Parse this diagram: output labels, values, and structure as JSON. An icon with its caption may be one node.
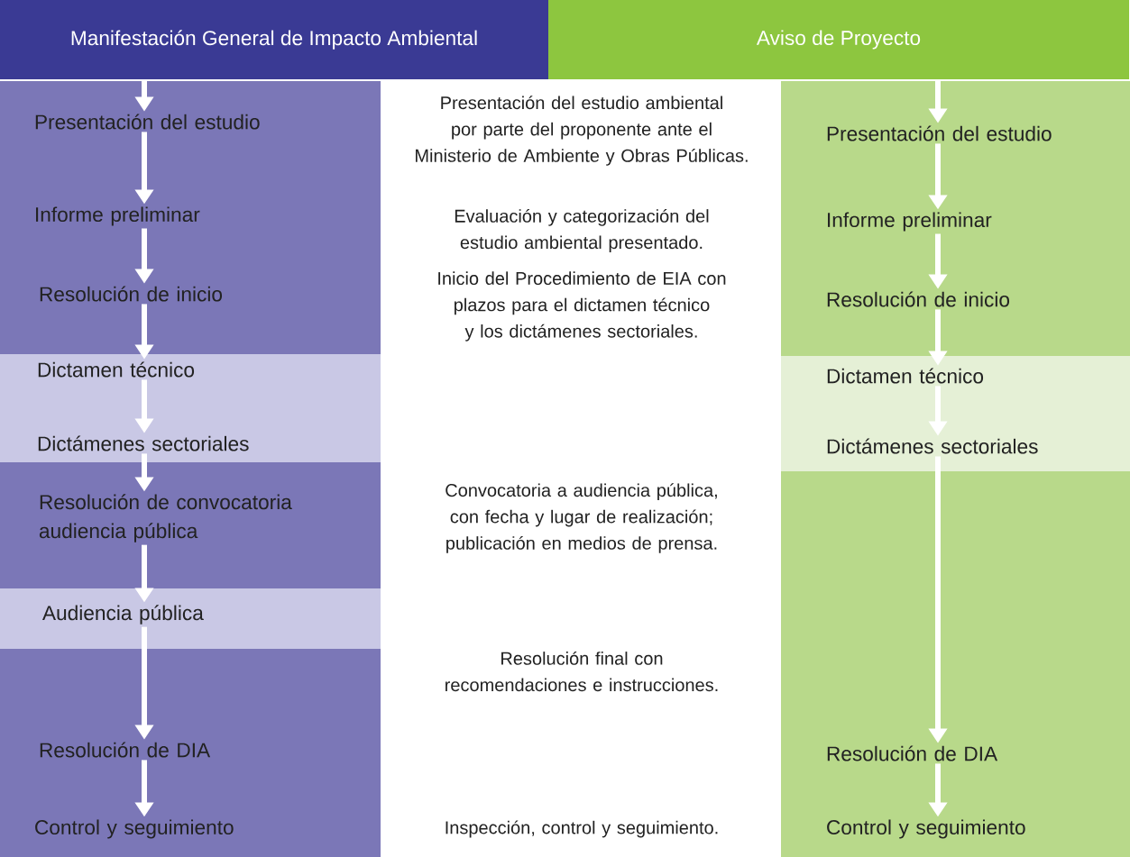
{
  "diagram": {
    "nodes": [
      {
        "text": [
          "Manifestación General de Impacto Ambiental"
        ]
      },
      {
        "text": [
          "Aviso de Proyecto"
        ]
      },
      {
        "text": [
          "Presentación del estudio"
        ]
      },
      {
        "text": [
          "Informe preliminar"
        ]
      },
      {
        "text": [
          "Resolución de inicio"
        ]
      },
      {
        "text": [
          "Dictamen técnico"
        ]
      },
      {
        "text": [
          "Dictámenes sectoriales"
        ]
      },
      {
        "text": [
          "Resolución de convocatoria audiencia pública"
        ]
      },
      {
        "text": [
          "Audiencia pública"
        ]
      },
      {
        "text": [
          "Resolución de DIA"
        ]
      },
      {
        "text": [
          "Control y seguimiento"
        ]
      },
      {
        "text": [
          "Presentación del estudio"
        ]
      },
      {
        "text": [
          "Informe preliminar"
        ]
      },
      {
        "text": [
          "Resolución de inicio"
        ]
      },
      {
        "text": [
          "Dictamen técnico"
        ]
      },
      {
        "text": [
          "Dictámenes sectoriales"
        ]
      },
      {
        "text": [
          "Resolución de DIA"
        ]
      },
      {
        "text": [
          "Control y seguimiento"
        ]
      }
    ],
    "edges": [
      {
        "from": 0,
        "to": 2,
        "arrow": "to"
      },
      {
        "from": 2,
        "to": 3,
        "arrow": "to"
      },
      {
        "from": 3,
        "to": 4,
        "arrow": "to"
      },
      {
        "from": 4,
        "to": 5,
        "arrow": "to"
      },
      {
        "from": 5,
        "to": 6,
        "arrow": "to"
      },
      {
        "from": 6,
        "to": 7,
        "arrow": "to"
      },
      {
        "from": 7,
        "to": 8,
        "arrow": "to"
      },
      {
        "from": 8,
        "to": 9,
        "arrow": "to"
      },
      {
        "from": 9,
        "to": 10,
        "arrow": "to"
      },
      {
        "from": 1,
        "to": 11,
        "arrow": "to"
      },
      {
        "from": 11,
        "to": 12,
        "arrow": "to"
      },
      {
        "from": 12,
        "to": 13,
        "arrow": "to"
      },
      {
        "from": 13,
        "to": 14,
        "arrow": "to"
      },
      {
        "from": 14,
        "to": 15,
        "arrow": "to"
      },
      {
        "from": 15,
        "to": 16,
        "arrow": "to"
      },
      {
        "from": 16,
        "to": 17,
        "arrow": "to"
      }
    ],
    "labels": [
      "Presentación del estudio ambiental por parte del proponente ante el Ministerio de Ambiente y Obras Públicas.",
      "Evaluación y categorización del estudio ambiental presentado.",
      "Inicio del Procedimiento de EIA con plazos para el dictamen técnico y los dictámenes sectoriales.",
      "Convocatoria a audiencia pública, con fecha y lugar de realización; publicación en medios de prensa.",
      "Resolución final con recomendaciones e instrucciones.",
      "Inspección, control y seguimiento."
    ]
  }
}
